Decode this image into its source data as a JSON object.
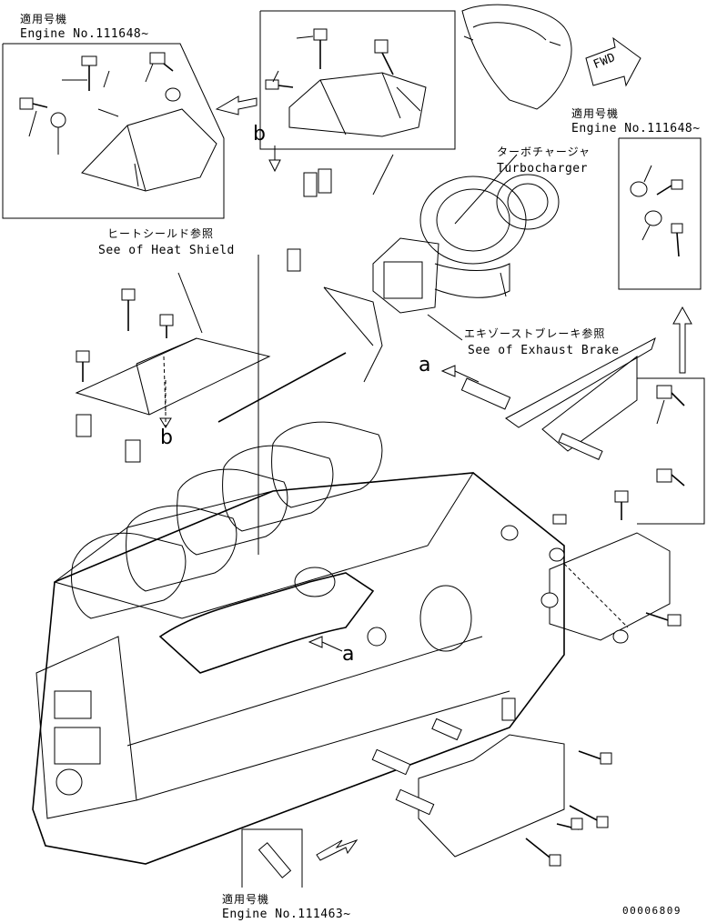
{
  "diagram": {
    "inset_top_left": {
      "title_jp": "適用号機",
      "title_en": "Engine No.111648~"
    },
    "inset_right": {
      "title_jp": "適用号機",
      "title_en": "Engine No.111648~"
    },
    "inset_bottom": {
      "title_jp": "適用号機",
      "title_en": "Engine No.111463~"
    },
    "turbocharger": {
      "label_jp": "ターボチャージャ",
      "label_en": "Turbocharger"
    },
    "heat_shield_ref": {
      "label_jp": "ヒートシールド参照",
      "label_en": "See of Heat Shield"
    },
    "exhaust_brake_ref": {
      "label_jp": "エキゾーストブレーキ参照",
      "label_en": "See of Exhaust Brake"
    },
    "fwd_arrow": {
      "label": "FWD"
    },
    "ref_marks": {
      "a_upper": "a",
      "a_lower": "a",
      "b_upper": "b",
      "b_lower": "b"
    },
    "drawing_number": "00006809"
  }
}
